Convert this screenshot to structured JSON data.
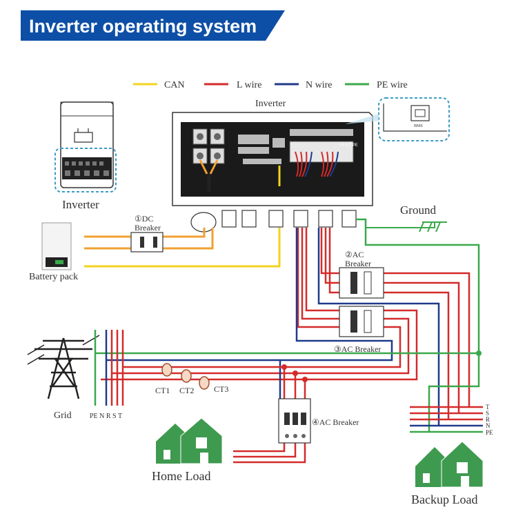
{
  "title": "Inverter operating system",
  "legend": [
    {
      "label": "CAN",
      "color": "#f2d31b"
    },
    {
      "label": "L wire",
      "color": "#d42a2a"
    },
    {
      "label": "N wire",
      "color": "#1f3a8a"
    },
    {
      "label": "PE wire",
      "color": "#3aa84a"
    }
  ],
  "labels": {
    "inverter_main": "Inverter",
    "inverter_side": "Inverter",
    "bms": "BMS",
    "dc_breaker_num": "①DC",
    "dc_breaker_word": "Breaker",
    "battery": "Battery pack",
    "ground": "Ground",
    "ac2_num": "②AC",
    "ac2_word": "Breaker",
    "ac3": "③AC Breaker",
    "ac4": "④AC Breaker",
    "grid": "Grid",
    "grid_phases": "PE N R S T",
    "ct1": "CT1",
    "ct2": "CT2",
    "ct3": "CT3",
    "home_load": "Home Load",
    "backup_load": "Backup Load",
    "terminal_labels": [
      "T",
      "S",
      "R",
      "N",
      "PE"
    ],
    "inverter_terminals": "R S T PE"
  },
  "colors": {
    "title_bg": "#0d4fa6",
    "can": "#f2d31b",
    "l_wire": "#d42a2a",
    "n_wire": "#1f3a8a",
    "pe_wire": "#3aa84a",
    "dc_orange": "#f0a030",
    "house_green": "#3e9a4f",
    "callout": "#3a9bc4"
  }
}
